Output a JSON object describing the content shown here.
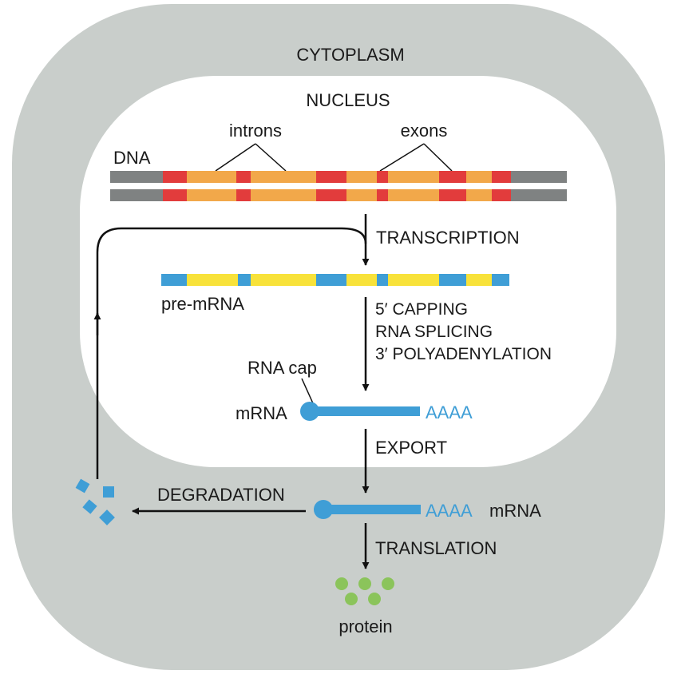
{
  "compartments": {
    "cytoplasm": "CYTOPLASM",
    "nucleus": "NUCLEUS"
  },
  "labels": {
    "introns": "introns",
    "exons": "exons",
    "dna": "DNA",
    "pre_mrna": "pre-mRNA",
    "rna_cap": "RNA cap",
    "mrna_nuclear": "mRNA",
    "mrna_cytoplasm": "mRNA",
    "poly_a_nuclear": "AAAA",
    "poly_a_cytoplasm": "AAAA",
    "protein": "protein"
  },
  "steps": {
    "transcription": "TRANSCRIPTION",
    "capping": "5′ CAPPING",
    "splicing": "RNA SPLICING",
    "polyadenylation": "3′ POLYADENYLATION",
    "export": "EXPORT",
    "translation": "TRANSLATION",
    "degradation": "DEGRADATION"
  },
  "colors": {
    "cell": "#c9cecb",
    "nucleus": "#ffffff",
    "dna_flank": "#7f8282",
    "exon": "#e23c3c",
    "intron": "#f2a84a",
    "pre_mrna_exon": "#3f9ed6",
    "pre_mrna_intron": "#f8e23a",
    "mrna": "#3f9ed6",
    "protein": "#8bc45b",
    "fragments": "#3f9ed6"
  }
}
